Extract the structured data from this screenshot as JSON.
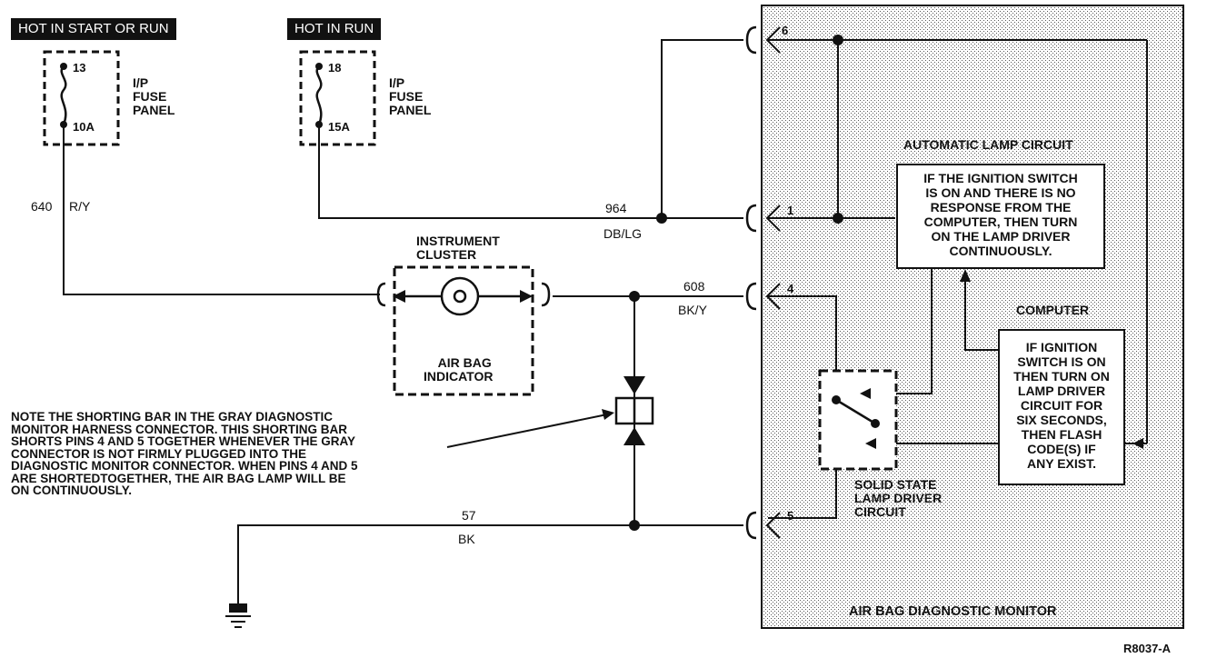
{
  "fuse_left": {
    "tag": "HOT IN START OR RUN",
    "pin_top": "13",
    "rating": "10A",
    "label_lines": [
      "I/P",
      "FUSE",
      "PANEL"
    ]
  },
  "fuse_right": {
    "tag": "HOT IN RUN",
    "pin_top": "18",
    "rating": "15A",
    "label_lines": [
      "I/P",
      "FUSE",
      "PANEL"
    ]
  },
  "wires": {
    "w640": {
      "number": "640",
      "color": "R/Y"
    },
    "w964": {
      "number": "964",
      "color": "DB/LG"
    },
    "w608": {
      "number": "608",
      "color": "BK/Y"
    },
    "w57": {
      "number": "57",
      "color": "BK"
    }
  },
  "instrument_cluster": {
    "title_lines": [
      "INSTRUMENT",
      "CLUSTER"
    ],
    "indicator_lines": [
      "AIR BAG",
      "INDICATOR"
    ]
  },
  "monitor": {
    "title": "AIR BAG DIAGNOSTIC MONITOR",
    "pins": {
      "p6": "6",
      "p1": "1",
      "p4": "4",
      "p5": "5"
    },
    "auto_lamp_label": "AUTOMATIC LAMP CIRCUIT",
    "auto_lamp_text": [
      "IF THE IGNITION SWITCH",
      "IS ON AND THERE IS NO",
      "RESPONSE FROM THE",
      "COMPUTER, THEN TURN",
      "ON THE LAMP DRIVER",
      "CONTINUOUSLY."
    ],
    "computer_label": "COMPUTER",
    "computer_text": [
      "IF IGNITION",
      "SWITCH IS ON",
      "THEN TURN ON",
      "LAMP DRIVER",
      "CIRCUIT FOR",
      "SIX SECONDS,",
      "THEN FLASH",
      "CODE(S) IF",
      "ANY EXIST."
    ],
    "driver_label": [
      "SOLID STATE",
      "LAMP DRIVER",
      "CIRCUIT"
    ]
  },
  "note": {
    "lines": [
      "NOTE THE SHORTING BAR IN THE GRAY DIAGNOSTIC",
      "MONITOR HARNESS CONNECTOR. THIS SHORTING BAR",
      "SHORTS PINS 4 AND 5 TOGETHER WHENEVER THE GRAY",
      "CONNECTOR IS NOT FIRMLY PLUGGED INTO THE",
      "DIAGNOSTIC MONITOR CONNECTOR. WHEN PINS 4 AND 5",
      "ARE SHORTEDTOGETHER, THE AIR BAG LAMP WILL BE",
      "ON CONTINUOUSLY."
    ]
  },
  "figure_id": "R8037-A"
}
